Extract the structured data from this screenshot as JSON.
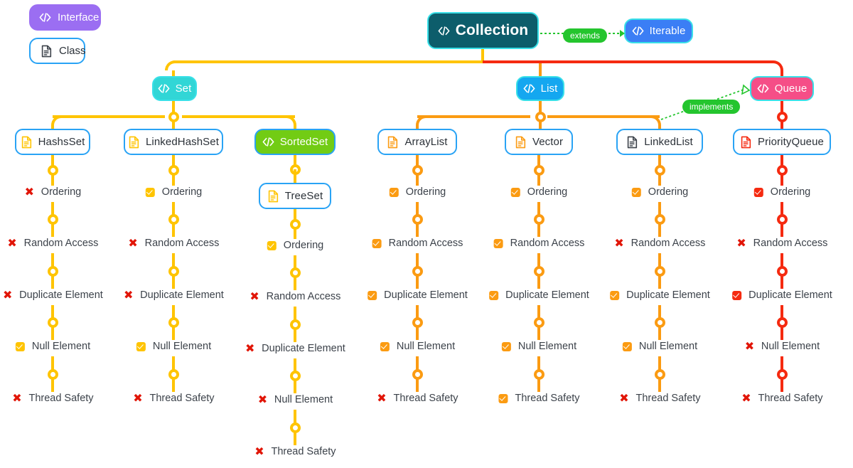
{
  "legend": {
    "items": [
      {
        "label": "Interface",
        "icon": "code-brackets-icon",
        "color": "#9b6ef2",
        "style": "filled"
      },
      {
        "label": "Class",
        "icon": "document-icon",
        "color": "#29a3f5",
        "style": "outline"
      }
    ]
  },
  "root": {
    "label": "Collection",
    "icon": "code-brackets-icon",
    "bg": "#0d5d6b",
    "border": "#38e0e8"
  },
  "iterable": {
    "label": "Iterable",
    "icon": "code-brackets-icon",
    "bg": "#3b7ef5",
    "border": "#38e0e8"
  },
  "relations": [
    {
      "label": "extends",
      "from": "Collection",
      "to": "Iterable",
      "color": "#24c52e"
    },
    {
      "label": "implements",
      "from": "LinkedList",
      "to": "Queue",
      "color": "#24c52e"
    }
  ],
  "interfaces": [
    {
      "label": "Set",
      "bg": "#31d6d6",
      "border": "#38e0e8"
    },
    {
      "label": "List",
      "bg": "#14a7f0",
      "border": "#38e0e8"
    },
    {
      "label": "Queue",
      "bg": "#f54e87",
      "border": "#38e0e8"
    },
    {
      "label": "SortedSet",
      "bg": "#72cc14",
      "border": "#29a3f5"
    }
  ],
  "features": [
    "Ordering",
    "Random Access",
    "Duplicate Element",
    "Null Element",
    "Thread Safety"
  ],
  "columns": [
    {
      "name": "HashsSet",
      "type": "class",
      "icon_color": "#ffc400",
      "line_color": "#ffc400",
      "values": [
        false,
        false,
        false,
        true,
        false
      ]
    },
    {
      "name": "LinkedHashSet",
      "type": "class",
      "icon_color": "#ffc400",
      "line_color": "#ffc400",
      "values": [
        true,
        false,
        false,
        true,
        false
      ]
    },
    {
      "name": "SortedSet",
      "type": "interface",
      "icon_color": "#ffffff",
      "line_color": "#ffc400",
      "values": []
    },
    {
      "name": "TreeSet",
      "type": "class",
      "icon_color": "#ffc400",
      "line_color": "#ffc400",
      "values": [
        true,
        false,
        false,
        false,
        false
      ]
    },
    {
      "name": "ArrayList",
      "type": "class",
      "icon_color": "#fb9b12",
      "line_color": "#fb9b12",
      "values": [
        true,
        true,
        true,
        true,
        false
      ]
    },
    {
      "name": "Vector",
      "type": "class",
      "icon_color": "#fb9b12",
      "line_color": "#fb9b12",
      "values": [
        true,
        true,
        true,
        true,
        true
      ]
    },
    {
      "name": "LinkedList",
      "type": "class",
      "icon_color": "#3c424a",
      "line_color": "#fb9b12",
      "values": [
        true,
        false,
        true,
        true,
        false
      ]
    },
    {
      "name": "PriorityQueue",
      "type": "class",
      "icon_color": "#f52a10",
      "line_color": "#f52a10",
      "values": [
        true,
        false,
        true,
        false,
        false
      ]
    }
  ],
  "colors": {
    "yellow": "#ffc400",
    "orange": "#fb9b12",
    "red": "#f52a10",
    "green": "#24c52e",
    "blue": "#29a3f5",
    "cyan": "#38e0e8",
    "text": "#3c424a"
  }
}
